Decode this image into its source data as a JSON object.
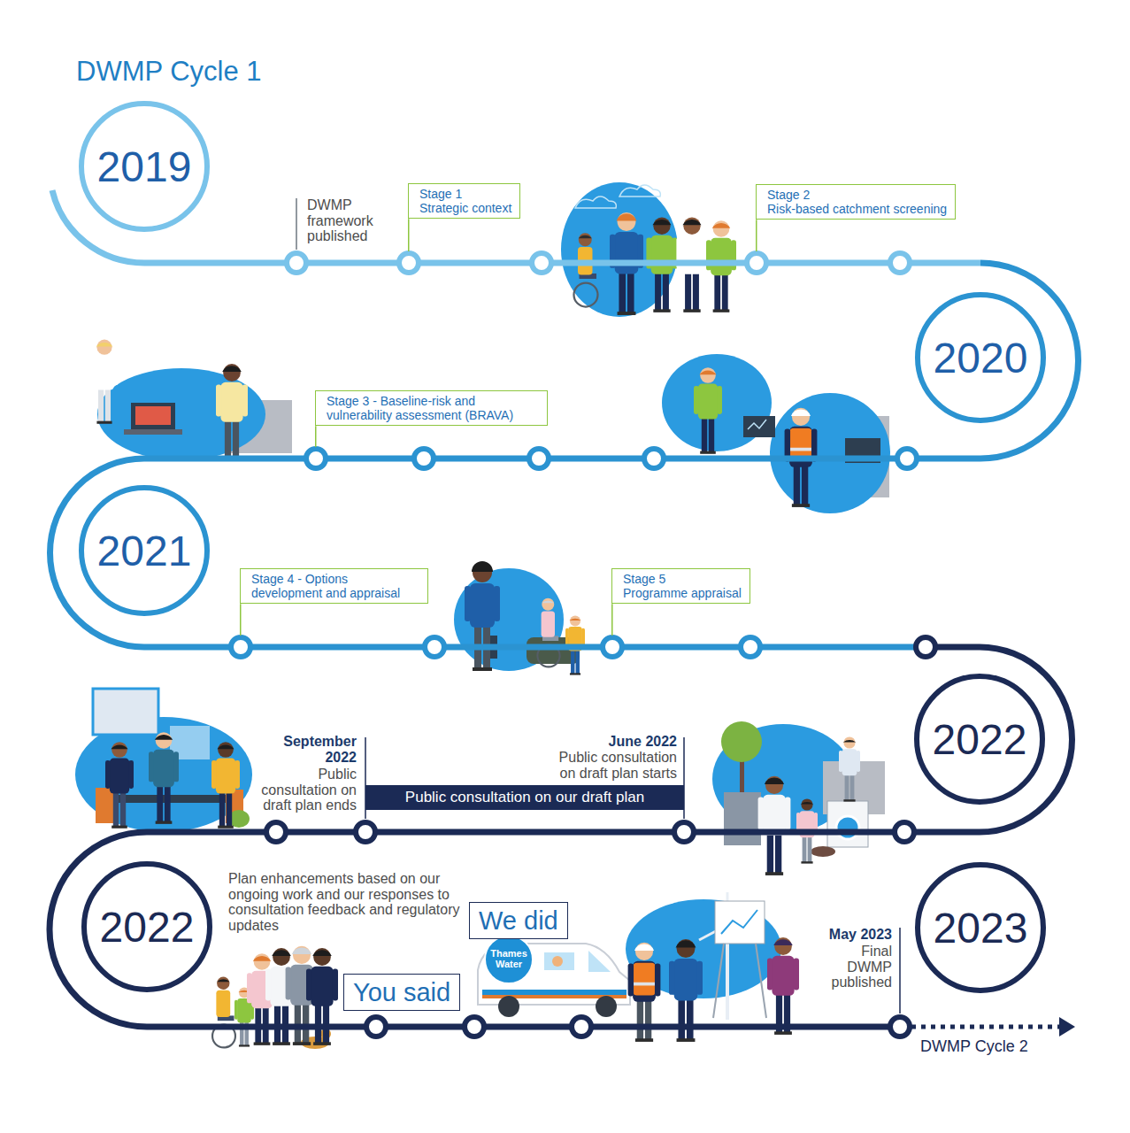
{
  "diagram": {
    "title": "DWMP Cycle 1",
    "nodes": [
      {
        "text": [
          "2019"
        ]
      },
      {
        "text": [
          "Stage 1",
          "Strategic context"
        ]
      },
      {
        "text": [
          "Stage 2",
          "Risk-based catchment screening"
        ]
      },
      {
        "text": [
          "2020"
        ]
      },
      {
        "text": [
          "Stage 3 - Baseline-risk and vulnerability assessment (BRAVA)"
        ]
      },
      {
        "text": [
          "2021"
        ]
      },
      {
        "text": [
          "Stage 4 - Options development and appraisal"
        ]
      },
      {
        "text": [
          "Stage 5",
          "Programme appraisal"
        ]
      },
      {
        "text": [
          "2022"
        ]
      },
      {
        "text": [
          "Public consultation on our draft plan"
        ]
      },
      {
        "text": [
          "2022"
        ]
      },
      {
        "text": [
          "We did"
        ]
      },
      {
        "text": [
          "You said"
        ]
      },
      {
        "text": [
          "2023"
        ]
      }
    ],
    "labels": [
      "DWMP framework published",
      "September 2022",
      "Public consultation on draft plan ends",
      "June 2022",
      "Public consultation on draft plan starts",
      "Plan enhancements based on our ongoing work and our responses to consultation feedback and regulatory updates",
      "Thames Water",
      "May 2023",
      "Final DWMP published",
      "DWMP Cycle 2"
    ]
  }
}
